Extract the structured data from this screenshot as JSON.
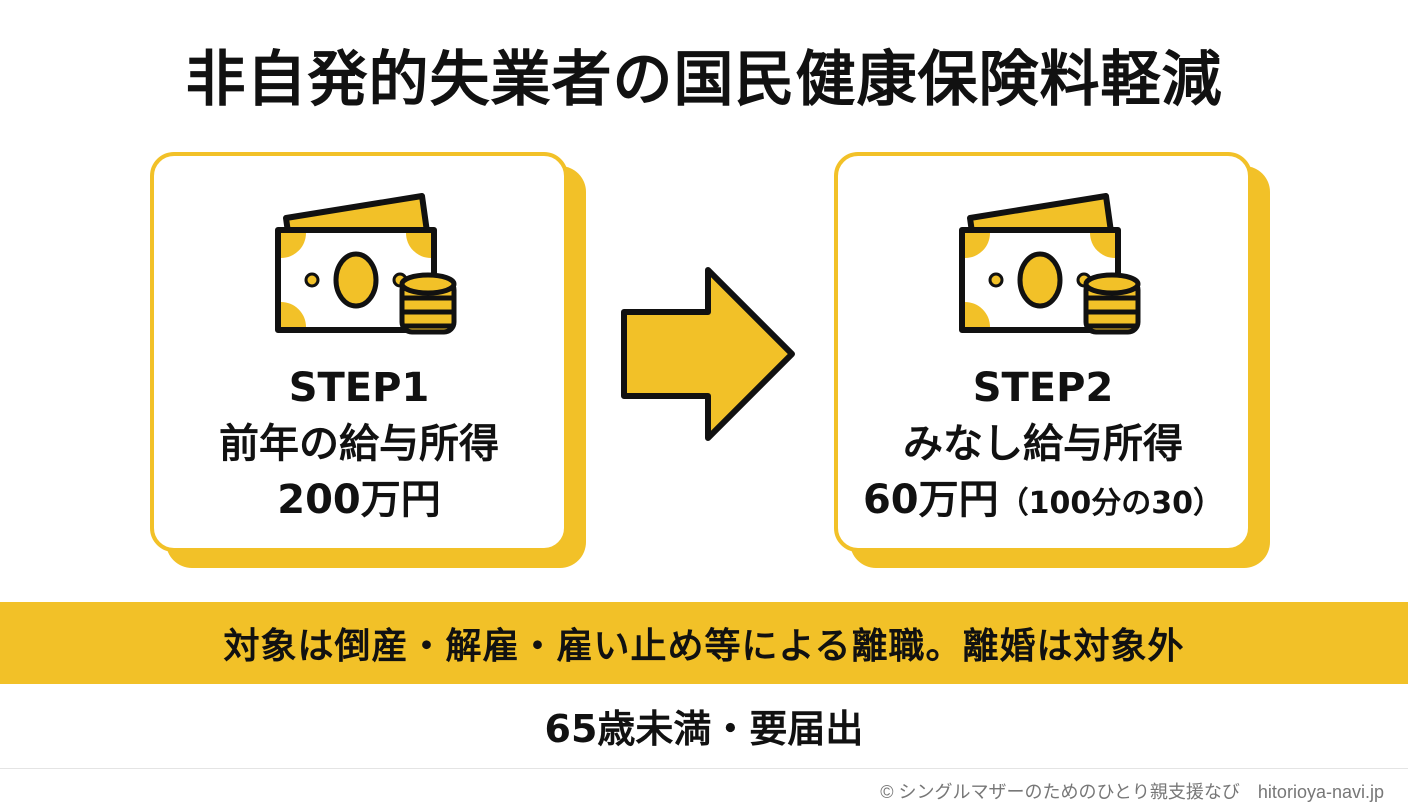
{
  "title": "非自発的失業者の国民健康保険料軽減",
  "colors": {
    "accent": "#f2c128",
    "text": "#111111"
  },
  "step1": {
    "icon": "money-icon",
    "label": "STEP1",
    "line1": "前年の給与所得",
    "amount": "200万円"
  },
  "step2": {
    "icon": "money-icon",
    "label": "STEP2",
    "line1": "みなし給与所得",
    "amount": "60万円",
    "amount_note": "（100分の30）"
  },
  "arrow_icon": "arrow-right-icon",
  "band_text": "対象は倒産・解雇・雇い止め等による離職。離婚は対象外",
  "note_text": "65歳未満・要届出",
  "copyright": "© シングルマザーのためのひとり親支援なび　hitorioya-navi.jp"
}
